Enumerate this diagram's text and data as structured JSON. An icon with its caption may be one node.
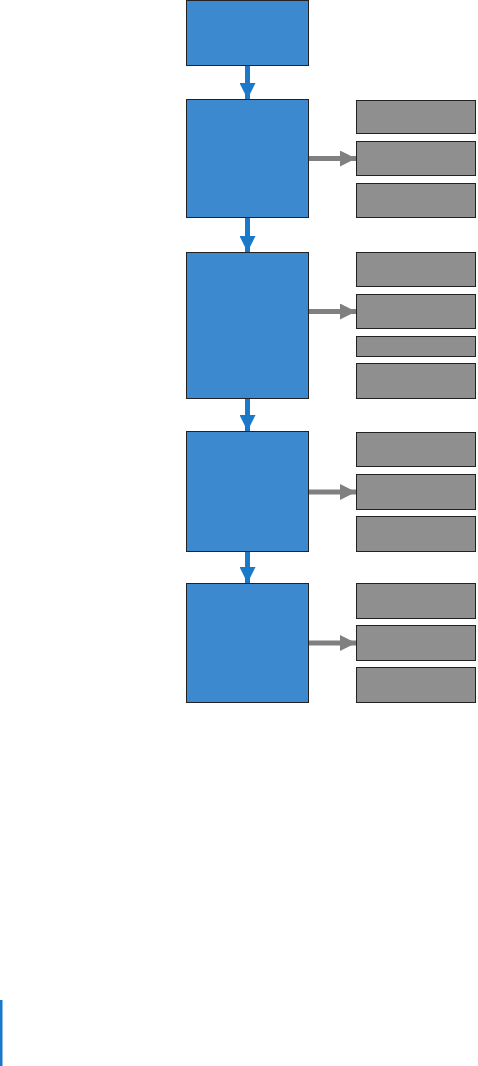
{
  "diagram": {
    "nodes": [
      {
        "text": [],
        "shape": "box"
      },
      {
        "text": [],
        "shape": "box"
      },
      {
        "text": [],
        "shape": "box"
      },
      {
        "text": [],
        "shape": "box"
      },
      {
        "text": [],
        "shape": "box"
      },
      {
        "text": [],
        "shape": "box"
      },
      {
        "text": [],
        "shape": "box"
      },
      {
        "text": [],
        "shape": "box"
      },
      {
        "text": [],
        "shape": "box"
      },
      {
        "text": [],
        "shape": "box"
      },
      {
        "text": [],
        "shape": "box"
      },
      {
        "text": [],
        "shape": "box"
      },
      {
        "text": [],
        "shape": "box"
      },
      {
        "text": [],
        "shape": "box"
      },
      {
        "text": [],
        "shape": "box"
      },
      {
        "text": [],
        "shape": "box"
      },
      {
        "text": [],
        "shape": "box"
      },
      {
        "text": [],
        "shape": "box"
      }
    ],
    "edges": [
      {
        "from": 0,
        "to": 1,
        "arrow": "to"
      },
      {
        "from": 1,
        "to": 3,
        "arrow": "to",
        "color": "#808080"
      },
      {
        "from": 1,
        "to": 5,
        "arrow": "to"
      },
      {
        "from": 5,
        "to": 7,
        "arrow": "to",
        "color": "#808080"
      },
      {
        "from": 5,
        "to": 10,
        "arrow": "to"
      },
      {
        "from": 10,
        "to": 12,
        "arrow": "to",
        "color": "#808080"
      },
      {
        "from": 10,
        "to": 14,
        "arrow": "to"
      },
      {
        "from": 14,
        "to": 16,
        "arrow": "to",
        "color": "#808080"
      }
    ]
  }
}
